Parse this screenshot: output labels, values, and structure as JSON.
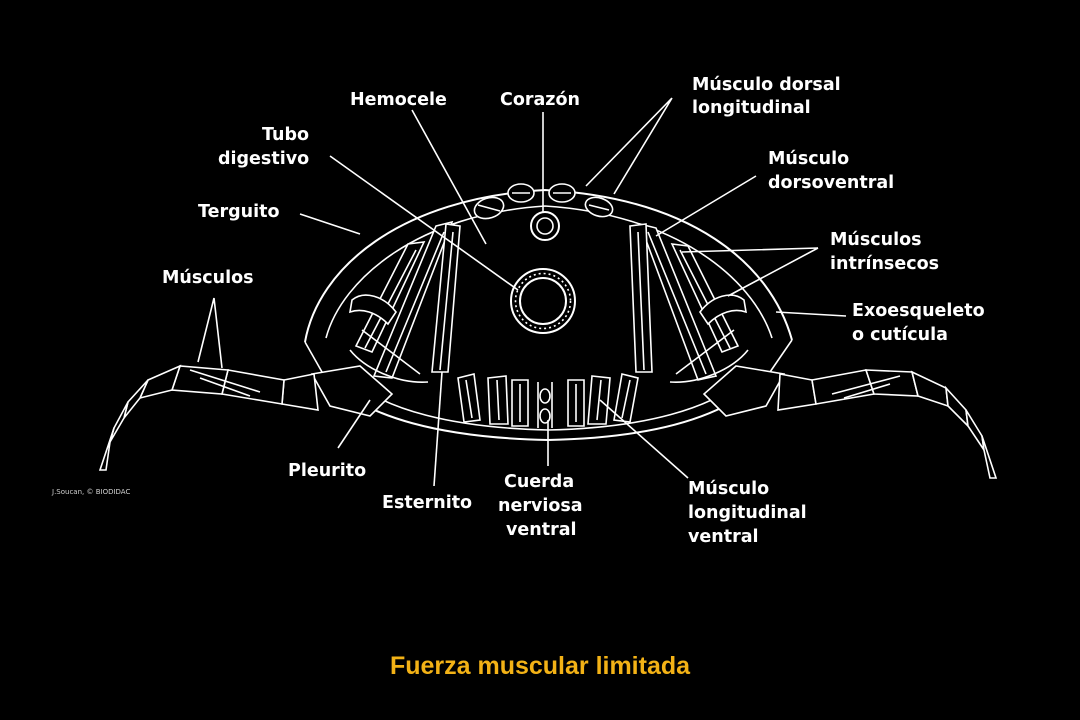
{
  "labels": {
    "hemocele": "Hemocele",
    "corazon": "Corazón",
    "musculo_dorsal_1": "Músculo dorsal",
    "musculo_dorsal_2": "longitudinal",
    "tubo_1": "Tubo",
    "tubo_2": "digestivo",
    "musculo_dv_1": "Músculo",
    "musculo_dv_2": "dorsoventral",
    "terguito": "Terguito",
    "musculos_intr_1": "Músculos",
    "musculos_intr_2": "intrínsecos",
    "musculos": "Músculos",
    "exo_1": "Exoesqueleto",
    "exo_2": "o cutícula",
    "pleurito": "Pleurito",
    "esternito": "Esternito",
    "cuerda_1": "Cuerda",
    "cuerda_2": "nerviosa",
    "cuerda_3": "ventral",
    "mlv_1": "Músculo",
    "mlv_2": "longitudinal",
    "mlv_3": "ventral"
  },
  "credit": "J.Soucan, © BIODIDAC",
  "caption": "Fuerza muscular limitada",
  "colors": {
    "background": "#000000",
    "caption": "#f3b216",
    "drawing": "#ffffff"
  }
}
